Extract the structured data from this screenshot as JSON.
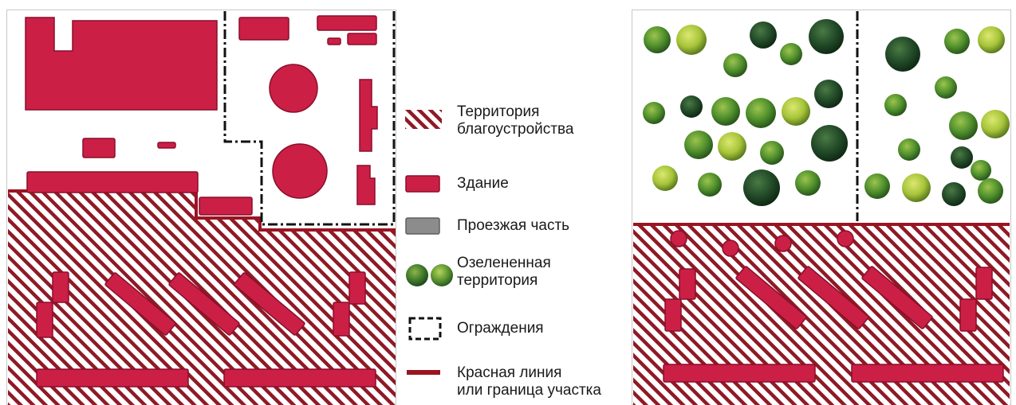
{
  "legend": {
    "items": [
      {
        "key": "landscaping",
        "icon": "hatch-icon",
        "label_line1": "Территория",
        "label_line2": "благоустройства"
      },
      {
        "key": "building",
        "icon": "building-swatch-icon",
        "label_line1": "Здание",
        "label_line2": ""
      },
      {
        "key": "roadway",
        "icon": "roadway-swatch-icon",
        "label_line1": "Проезжая часть",
        "label_line2": ""
      },
      {
        "key": "greenery",
        "icon": "tree-swatch-icon",
        "label_line1": "Озелененная",
        "label_line2": "территория"
      },
      {
        "key": "fence",
        "icon": "fence-swatch-icon",
        "label_line1": "Ограждения",
        "label_line2": ""
      },
      {
        "key": "red-line",
        "icon": "red-line-swatch-icon",
        "label_line1": "Красная линия",
        "label_line2": "или граница участка"
      }
    ]
  },
  "colors": {
    "building": "#cc1f45",
    "building_edge": "#8a0f2c",
    "red_line": "#9b1422",
    "hatch": "#8e1a26",
    "roadway": "#8c8c8c",
    "tree_dark": "#2e5a32",
    "tree_mid": "#4f8f2c",
    "tree_light": "#a7c43a",
    "border": "#bdbdbd"
  },
  "icons": {
    "hatch": "diagonal-hatch",
    "building": "rounded-red-rect",
    "roadway": "grey-rect",
    "tree": "round-tree-crown",
    "fence": "dashed-square",
    "red_line": "thick-dark-red-line"
  }
}
